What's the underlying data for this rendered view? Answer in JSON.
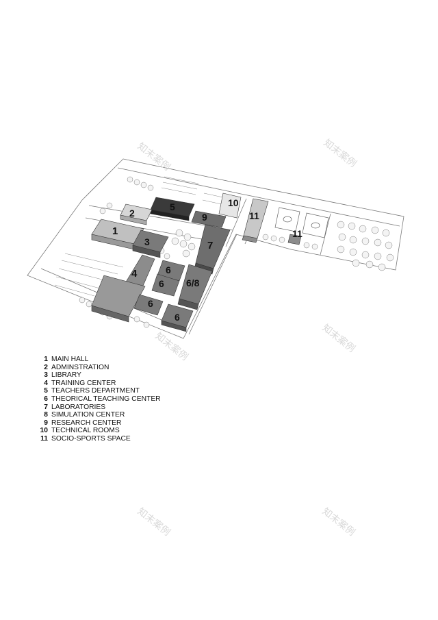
{
  "map": {
    "labels": {
      "b1": "1",
      "b2": "2",
      "b3": "3",
      "b4": "4",
      "b5": "5",
      "b6a": "6",
      "b6b": "6",
      "b6c": "6",
      "b6d": "6",
      "b68": "6/8",
      "b7": "7",
      "b9": "9",
      "b10": "10",
      "b11a": "11",
      "b11b": "11"
    },
    "colors": {
      "darkest": "#3a3a3a",
      "dark": "#6e6e6e",
      "mid": "#8c8c8c",
      "light": "#b8b8b8",
      "lightest": "#d6d6d6",
      "line": "#555555"
    }
  },
  "legend": [
    {
      "num": "1",
      "label": "MAIN HALL"
    },
    {
      "num": "2",
      "label": "ADMINSTRATION"
    },
    {
      "num": "3",
      "label": "LIBRARY"
    },
    {
      "num": "4",
      "label": "TRAINING CENTER"
    },
    {
      "num": "5",
      "label": "TEACHERS DEPARTMENT"
    },
    {
      "num": "6",
      "label": "THEORICAL TEACHING CENTER"
    },
    {
      "num": "7",
      "label": "LABORATORIES"
    },
    {
      "num": "8",
      "label": "SIMULATION CENTER"
    },
    {
      "num": "9",
      "label": "RESEARCH CENTER"
    },
    {
      "num": "10",
      "label": "TECHNICAL ROOMS"
    },
    {
      "num": "11",
      "label": "SOCIO-SPORTS SPACE"
    }
  ],
  "watermark": {
    "text": "知末案例"
  }
}
